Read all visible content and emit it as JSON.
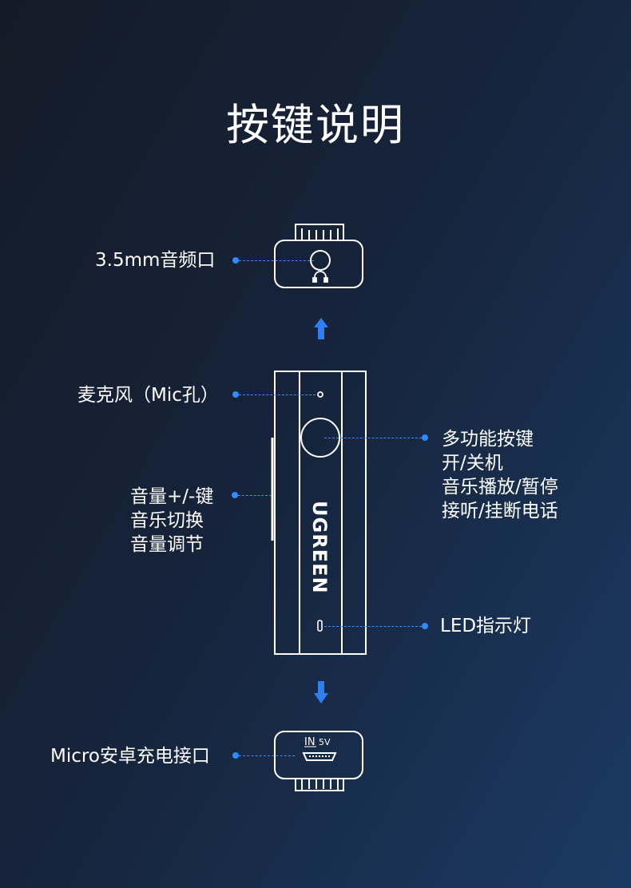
{
  "title": "按键说明",
  "labels": {
    "audio_jack": "3.5mm音频口",
    "mic": "麦克风（Mic孔）",
    "multifunction": [
      "多功能按键",
      "开/关机",
      "音乐播放/暂停",
      "接听/挂断电话"
    ],
    "volume": [
      "音量+/-键",
      "音乐切换",
      "音量调节"
    ],
    "led": "LED指示灯",
    "usb": "Micro安卓充电接口"
  },
  "device": {
    "brand": "UGREEN",
    "port_marking": "IN",
    "voltage": "5V"
  },
  "colors": {
    "accent": "#2f8cff",
    "outline": "#ffffff"
  },
  "icons": [
    "headphone-icon",
    "arrow-up-icon",
    "arrow-down-icon",
    "micro-usb-icon"
  ]
}
